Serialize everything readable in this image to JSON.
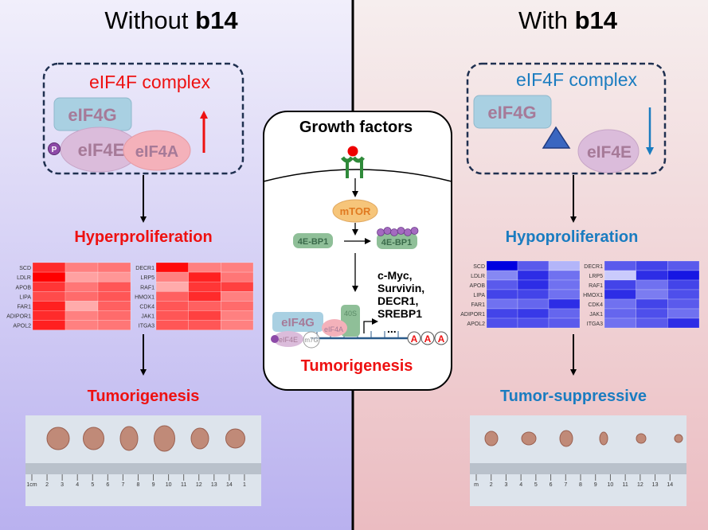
{
  "left": {
    "title_prefix": "Without ",
    "title_bold": "b14",
    "complex_label": "eIF4F complex",
    "eif4g": "eIF4G",
    "eif4e": "eIF4E",
    "eif4a": "eIF4A",
    "phospho": "P",
    "trend": "up",
    "outcome1": "Hyperproliferation",
    "outcome2": "Tumorigenesis",
    "tumor_count": 6
  },
  "right": {
    "title_prefix": "With ",
    "title_bold": "b14",
    "complex_label": "eIF4F complex",
    "eif4g": "eIF4G",
    "eif4e": "eIF4E",
    "trend": "down",
    "outcome1": "Hypoproliferation",
    "outcome2": "Tumor-suppressive",
    "tumor_count": 6
  },
  "center": {
    "title": "Growth factors",
    "mtor": "mTOR",
    "bp1": "4E-BP1",
    "bp1_phos": "4E-BP1",
    "targets": [
      "c-Myc,",
      "Survivin,",
      "DECR1,",
      "SREBP1"
    ],
    "ellipsis": "...",
    "eif4g": "eIF4G",
    "eif4e": "eIF4E",
    "eif4a": "eIF4A",
    "m7g": "m7G",
    "s40": "40S",
    "phospho": "P",
    "polya": [
      "A",
      "A",
      "A"
    ],
    "outcome": "Tumorigenesis"
  },
  "heatmaps": {
    "genes_a": [
      "SCD",
      "LDLR",
      "APOB",
      "LIPA",
      "FAR1",
      "ADIPOR1",
      "APOL2"
    ],
    "genes_b": [
      "DECR1",
      "LRP5",
      "RAF1",
      "HMOX1",
      "CDK4",
      "JAK1",
      "ITGA3"
    ],
    "left_a": [
      [
        0.8,
        0.4,
        0.45
      ],
      [
        1,
        0.25,
        0.3
      ],
      [
        0.75,
        0.45,
        0.6
      ],
      [
        0.65,
        0.5,
        0.6
      ],
      [
        0.85,
        0.2,
        0.55
      ],
      [
        0.8,
        0.4,
        0.5
      ],
      [
        0.85,
        0.4,
        0.45
      ]
    ],
    "left_b": [
      [
        0.95,
        0.4,
        0.4
      ],
      [
        0.4,
        0.85,
        0.45
      ],
      [
        0.2,
        0.75,
        0.7
      ],
      [
        0.55,
        0.8,
        0.4
      ],
      [
        0.6,
        0.55,
        0.5
      ],
      [
        0.6,
        0.7,
        0.4
      ],
      [
        0.6,
        0.6,
        0.4
      ]
    ],
    "right_a": [
      [
        1,
        0.6,
        0.2
      ],
      [
        0.4,
        0.8,
        0.5
      ],
      [
        0.6,
        0.8,
        0.5
      ],
      [
        0.7,
        0.7,
        0.5
      ],
      [
        0.5,
        0.55,
        0.8
      ],
      [
        0.7,
        0.75,
        0.55
      ],
      [
        0.65,
        0.65,
        0.6
      ]
    ],
    "right_b": [
      [
        0.6,
        0.7,
        0.6
      ],
      [
        0.1,
        0.8,
        0.9
      ],
      [
        0.7,
        0.5,
        0.7
      ],
      [
        0.8,
        0.45,
        0.65
      ],
      [
        0.5,
        0.7,
        0.6
      ],
      [
        0.55,
        0.65,
        0.5
      ],
      [
        0.5,
        0.6,
        0.8
      ]
    ]
  },
  "ruler": {
    "left_labels": [
      "1cm",
      "2",
      "3",
      "4",
      "5",
      "6",
      "7",
      "8",
      "9",
      "10",
      "11",
      "12",
      "13",
      "14",
      "1"
    ],
    "right_labels": [
      "m",
      "2",
      "3",
      "4",
      "5",
      "6",
      "7",
      "8",
      "9",
      "10",
      "11",
      "12",
      "13",
      "14"
    ]
  },
  "colors": {
    "up": "#ee1111",
    "down": "#1a7cc0",
    "heat_high_red": "#ff0000",
    "heat_high_blue": "#0000e0",
    "left_bg": "#cfc9f4",
    "right_bg": "#f0d6d9"
  }
}
